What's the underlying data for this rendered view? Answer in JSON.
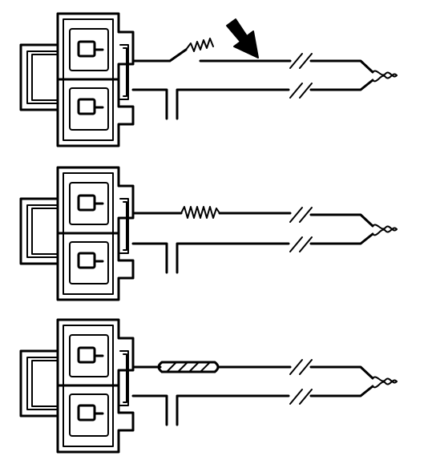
{
  "diagram": {
    "stroke_color": "#000000",
    "background": "#ffffff",
    "panels": [
      {
        "id": "top",
        "wire_condition": "broken-open-with-arrow",
        "arrow_icon": "arrow-down-right-icon"
      },
      {
        "id": "middle",
        "wire_condition": "spring-stretched"
      },
      {
        "id": "bottom",
        "wire_condition": "insulation-spiral"
      }
    ]
  }
}
